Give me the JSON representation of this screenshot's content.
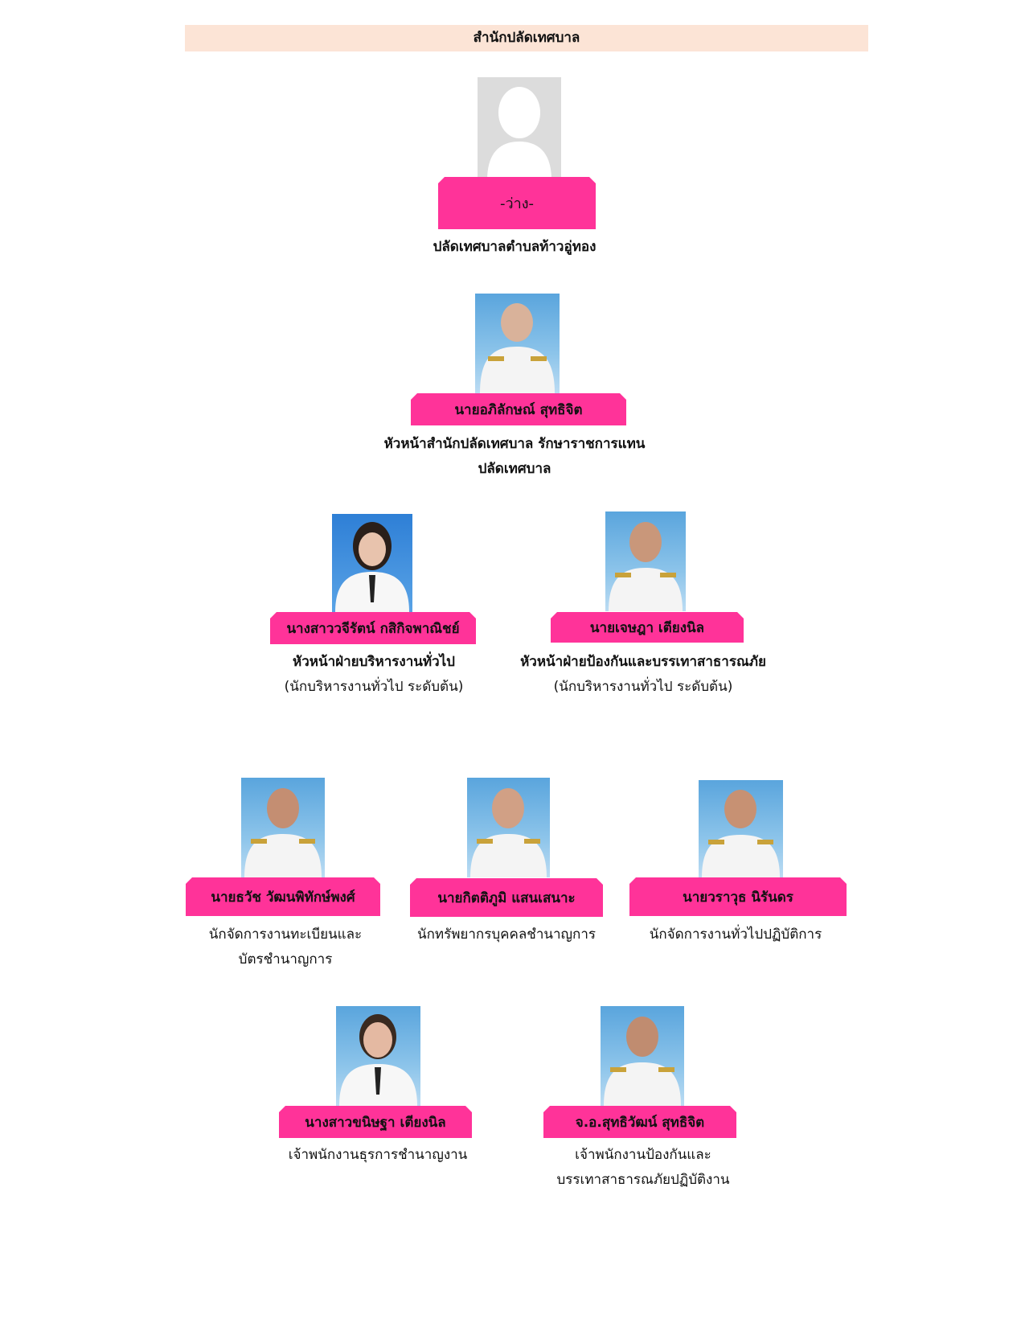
{
  "header": {
    "title": "สำนักปลัดเทศบาล"
  },
  "top": {
    "name": "-ว่าง-",
    "position_lines": [
      "ปลัดเทศบาลตำบลท้าวอู่ทอง"
    ]
  },
  "deputy": {
    "name": "นายอภิลักษณ์ สุทธิจิต",
    "position_lines": [
      "หัวหน้าสำนักปลัดเทศบาล รักษาราชการแทน",
      "ปลัดเทศบาล"
    ]
  },
  "heads": [
    {
      "name": "นางสาววจีรัตน์ กสิกิจพาณิชย์",
      "title": "หัวหน้าฝ่ายบริหารงานทั่วไป",
      "subtitle": "(นักบริหารงานทั่วไป ระดับต้น)"
    },
    {
      "name": "นายเจษฎา  เตียงนิล",
      "title": "หัวหน้าฝ่ายป้องกันและบรรเทาสาธารณภัย",
      "subtitle": "(นักบริหารงานทั่วไป ระดับต้น)"
    }
  ],
  "staff_row1": [
    {
      "name": "นายธวัช  วัฒนพิทักษ์พงศ์",
      "position_lines": [
        "นักจัดการงานทะเบียนและ",
        "บัตรชำนาญการ"
      ]
    },
    {
      "name": "นายกิตติภูมิ  แสนเสนาะ",
      "position_lines": [
        "นักทรัพยากรบุคคลชำนาญการ"
      ]
    },
    {
      "name": "นายวราวุธ นิรันดร",
      "position_lines": [
        "นักจัดการงานทั่วไปปฏิบัติการ"
      ]
    }
  ],
  "staff_row2": [
    {
      "name": "นางสาวขนิษฐา  เตียงนิล",
      "position_lines": [
        "เจ้าพนักงานธุรการชำนาญงาน"
      ]
    },
    {
      "name": "จ.อ.สุทธิวัฒน์  สุทธิจิต",
      "position_lines": [
        "เจ้าพนักงานป้องกันและ",
        "บรรเทาสาธารณภัยปฏิบัติงาน"
      ]
    }
  ],
  "colors": {
    "header_bg": "#fce4d6",
    "name_plate": "#ff3399"
  }
}
